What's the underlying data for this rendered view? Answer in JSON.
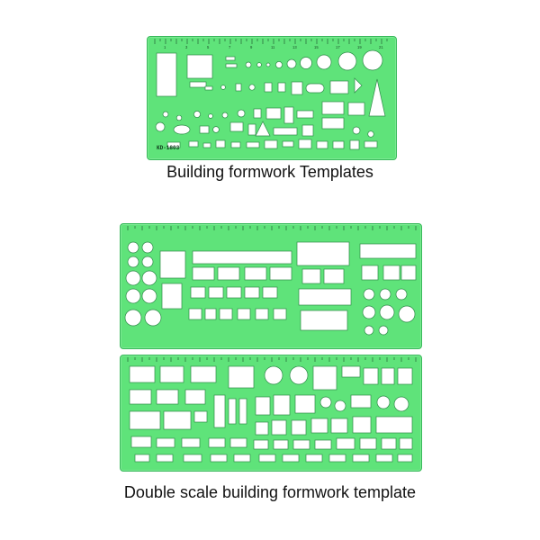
{
  "captions": {
    "top": "Building formwork Templates",
    "bottom": "Double scale building formwork template"
  },
  "stencils": {
    "single_model": "KD-1803"
  },
  "colors": {
    "stencil_green": "#5fe37a",
    "stencil_edge": "#39b95b",
    "cutout": "#ffffff",
    "ticks": "#1b4a28",
    "caption_text": "#111111"
  }
}
